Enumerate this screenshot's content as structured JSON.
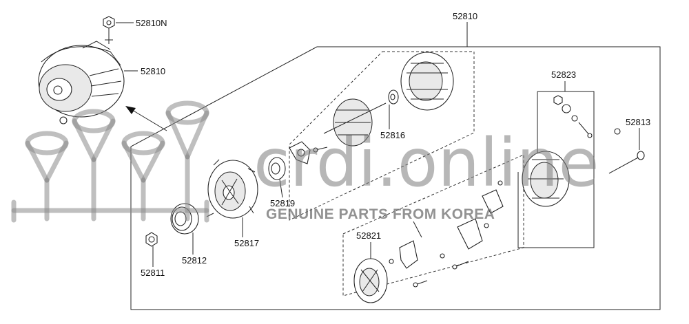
{
  "diagram": {
    "part_labels": {
      "p52810n": "52810N",
      "p52810_assy": "52810",
      "p52810_top": "52810",
      "p52823": "52823",
      "p52813": "52813",
      "p52816": "52816",
      "p52819": "52819",
      "p52817": "52817",
      "p52812": "52812",
      "p52811": "52811",
      "p52821": "52821"
    }
  },
  "watermark": {
    "logo_text": "crdi.online",
    "tagline": "GENUINE PARTS FROM KOREA"
  }
}
